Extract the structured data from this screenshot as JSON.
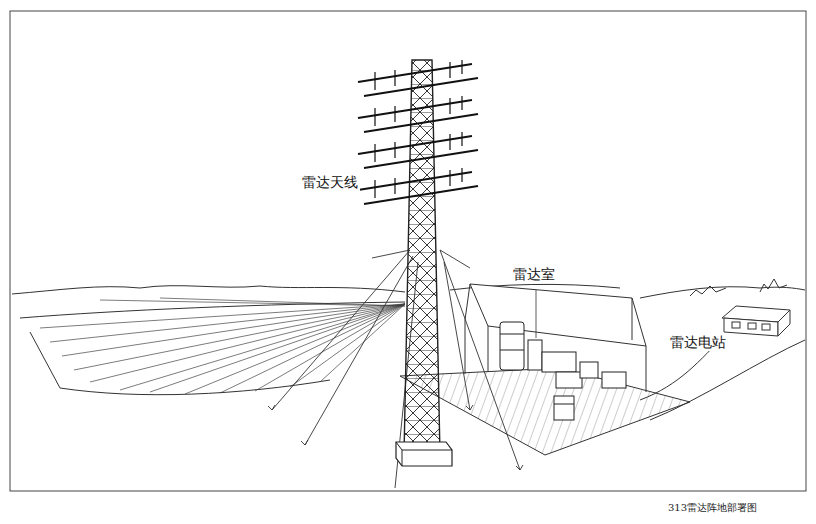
{
  "diagram": {
    "caption": "313雷达阵地部署图",
    "labels": [
      "雷达天线",
      "雷达室",
      "雷达电站"
    ]
  }
}
